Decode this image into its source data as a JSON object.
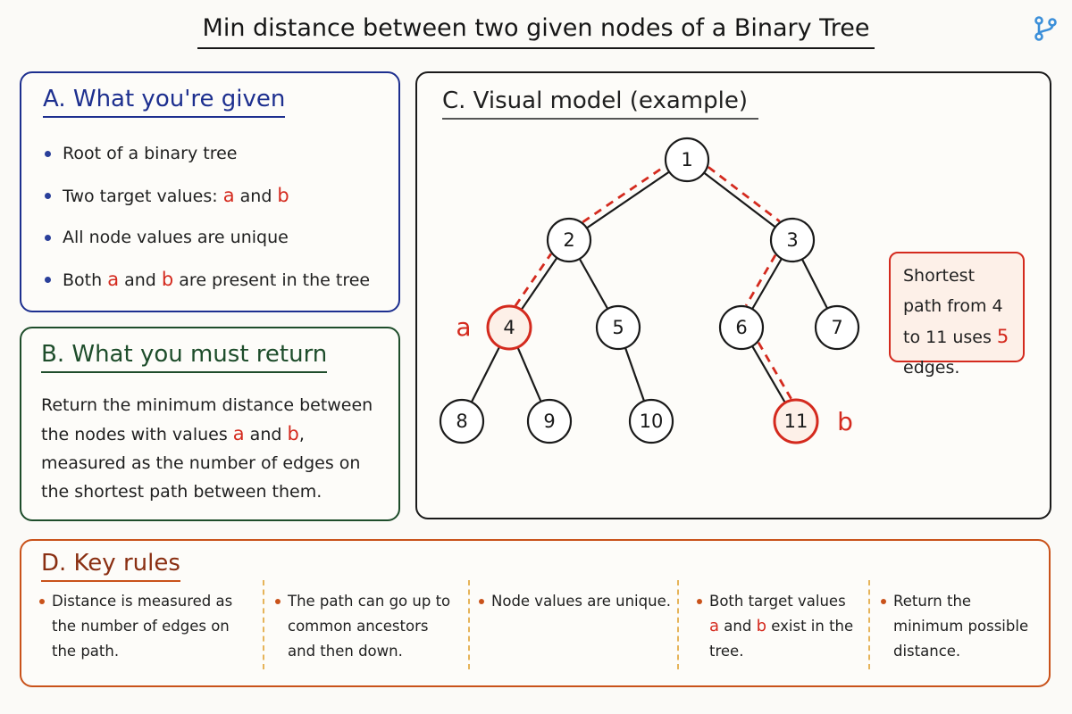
{
  "title": "Min distance between two given nodes of a Binary Tree",
  "logo_icon": "git-branch-icon",
  "colors": {
    "section_a": "#1d2f8f",
    "section_b": "#1e4d2b",
    "section_c": "#1a1a1a",
    "section_d": "#c9521a",
    "highlight": "#d42a1e",
    "highlight_fill": "#fdf0e8"
  },
  "section_a": {
    "heading": "A. What you're given",
    "items": [
      {
        "text": "Root of a binary tree"
      },
      {
        "pre": "Two target values: ",
        "a": "a",
        "mid": " and ",
        "b": "b"
      },
      {
        "text": "All node values are unique"
      },
      {
        "pre": "Both ",
        "a": "a",
        "mid": " and ",
        "b": "b",
        "post": " are present in the tree"
      }
    ]
  },
  "section_b": {
    "heading": "B. What you must return",
    "pre": "Return the minimum distance between the nodes with values ",
    "a": "a",
    "mid": " and ",
    "b": "b",
    "post": ", measured as the number of edges on the shortest path between them."
  },
  "section_c": {
    "heading": "C. Visual model (example)",
    "label_a": "a",
    "label_b": "b",
    "note": {
      "pre": "Shortest path from 4 to 11 uses ",
      "count": "5",
      "post": " edges."
    },
    "nodes": [
      {
        "id": "1",
        "parent": null,
        "highlight": false
      },
      {
        "id": "2",
        "parent": "1",
        "highlight": false
      },
      {
        "id": "3",
        "parent": "1",
        "highlight": false
      },
      {
        "id": "4",
        "parent": "2",
        "highlight": true
      },
      {
        "id": "5",
        "parent": "2",
        "highlight": false
      },
      {
        "id": "6",
        "parent": "3",
        "highlight": false
      },
      {
        "id": "7",
        "parent": "3",
        "highlight": false
      },
      {
        "id": "8",
        "parent": "4",
        "highlight": false
      },
      {
        "id": "9",
        "parent": "4",
        "highlight": false
      },
      {
        "id": "10",
        "parent": "5",
        "highlight": false
      },
      {
        "id": "11",
        "parent": "6",
        "highlight": true
      }
    ],
    "path": [
      "4",
      "2",
      "1",
      "3",
      "6",
      "11"
    ]
  },
  "section_d": {
    "heading": "D. Key rules",
    "rules": [
      {
        "text": "Distance is measured as the number of edges on the path."
      },
      {
        "text": "The path can go up to common ancestors and then down."
      },
      {
        "text": "Node values are unique."
      },
      {
        "pre": "Both target values ",
        "a": "a",
        "mid": " and ",
        "b": "b",
        "post": " exist in the tree."
      },
      {
        "text": "Return the minimum possible distance."
      }
    ]
  }
}
